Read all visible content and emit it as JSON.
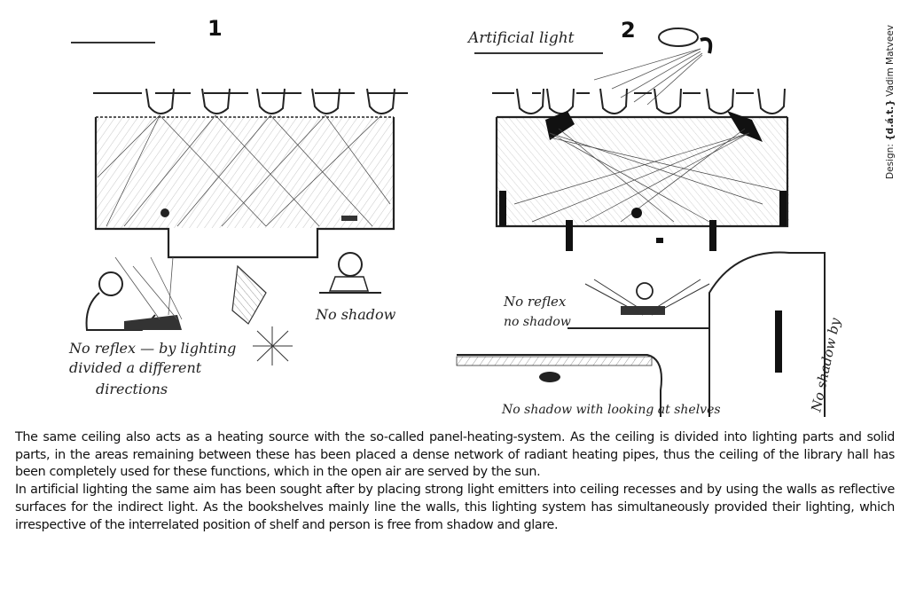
{
  "figure1": {
    "number": "1",
    "note_left_line1": "No reflex — by lighting",
    "note_left_line2": "divided a different",
    "note_left_line3": "directions",
    "note_shadow": "No shadow"
  },
  "figure2": {
    "number": "2",
    "label_top": "Artificial light",
    "note_reflex_line1": "No reflex",
    "note_reflex_line2": "no shadow",
    "note_bottom": "No shadow with looking at shelves",
    "note_side": "No shadow by"
  },
  "credit": {
    "prefix": "Design: ",
    "studio": "{d.á.t.}",
    "name": " Vadim Matveev"
  },
  "body": {
    "paragraph1": "The same ceiling also acts as a heating source with the so-called panel-heating-system. As the ceiling is divided into lighting parts and solid parts, in the areas remaining between these has been placed a dense network of radiant heating pipes, thus the ceiling of the library hall has been completely used for these functions, which in the open air are served by the sun.",
    "paragraph2": "In artificial lighting the same aim has been sought after by placing strong light emitters into ceiling recesses and by using the walls as reflective surfaces for the indirect light. As the bookshelves mainly line the walls, this lighting system has simultaneously provided their lighting, which irrespective of the interrelated position of shelf and person is free from shadow and glare."
  }
}
